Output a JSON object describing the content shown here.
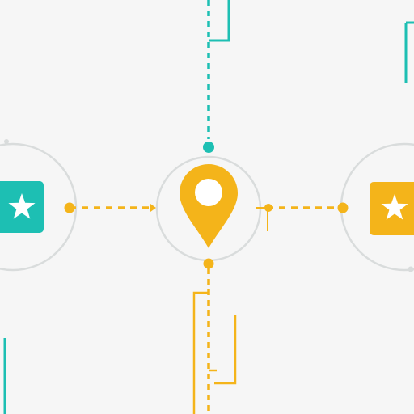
{
  "colors": {
    "background": "#f6f6f6",
    "teal": "#1dbfb3",
    "amber": "#f4b41a",
    "ring": "#d9dcdc",
    "white": "#ffffff"
  },
  "nodes": {
    "left": {
      "icon": "star-icon",
      "color": "teal"
    },
    "center": {
      "icon": "location-pin-icon",
      "color": "amber"
    },
    "right": {
      "icon": "star-icon",
      "color": "amber"
    }
  }
}
